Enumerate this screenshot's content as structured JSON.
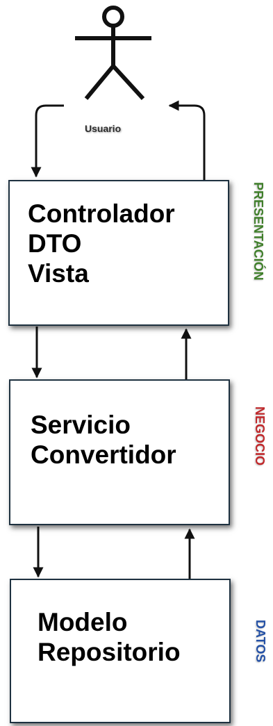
{
  "actor": {
    "label": "Usuario"
  },
  "layers": [
    {
      "lines": [
        "Controlador",
        "DTO",
        "Vista"
      ],
      "side_label": "PRESENTACIÓN",
      "side_color": "#3f7f2a"
    },
    {
      "lines": [
        "Servicio",
        "Convertidor"
      ],
      "side_label": "NEGOCIO",
      "side_color": "#c0282b"
    },
    {
      "lines": [
        "Modelo",
        "Repositorio"
      ],
      "side_label": "DATOS",
      "side_color": "#2451a6"
    }
  ]
}
